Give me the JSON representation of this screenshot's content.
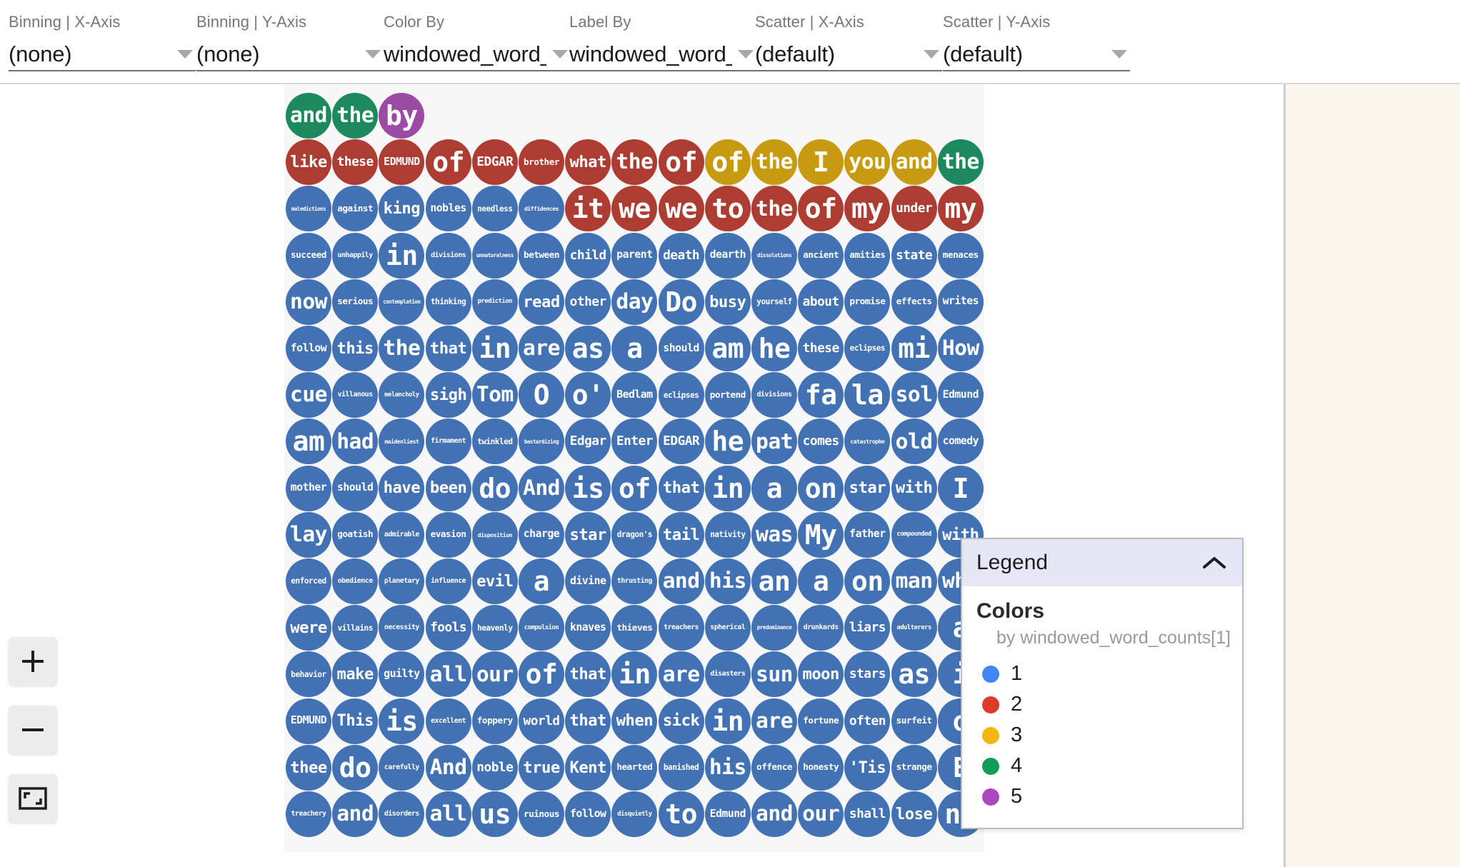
{
  "toolbar": {
    "controls": [
      {
        "label": "Binning | X-Axis",
        "value": "(none)",
        "name": "binning-x-axis"
      },
      {
        "label": "Binning | Y-Axis",
        "value": "(none)",
        "name": "binning-y-axis"
      },
      {
        "label": "Color By",
        "value": "windowed_word_c",
        "name": "color-by"
      },
      {
        "label": "Label By",
        "value": "windowed_word_c",
        "name": "label-by"
      },
      {
        "label": "Scatter | X-Axis",
        "value": "(default)",
        "name": "scatter-x-axis"
      },
      {
        "label": "Scatter | Y-Axis",
        "value": "(default)",
        "name": "scatter-y-axis"
      }
    ]
  },
  "zoom_controls": {
    "zoom_in": "+",
    "zoom_out": "−",
    "fit": "fit-to-screen"
  },
  "legend": {
    "title": "Legend",
    "collapse_icon": "chevron-up-icon",
    "section_title": "Colors",
    "subtitle": "by windowed_word_counts[1]",
    "entries": [
      {
        "label": "1",
        "color": "#4285f4"
      },
      {
        "label": "2",
        "color": "#db3b2b"
      },
      {
        "label": "3",
        "color": "#f6b610"
      },
      {
        "label": "4",
        "color": "#0f9d58"
      },
      {
        "label": "5",
        "color": "#ab47bc"
      }
    ]
  },
  "palette": {
    "1": "#4372b4",
    "2": "#ad3c32",
    "3": "#c79a10",
    "4": "#1d8a5e",
    "5": "#9c4ba4"
  },
  "chart_data": {
    "type": "scatter",
    "title": "",
    "xlabel": "",
    "ylabel": "",
    "color_field": "windowed_word_counts[1]",
    "label_field": "windowed_word_counts[1]",
    "columns": 16,
    "rows": 19,
    "legend_position": "bottom-right",
    "grid": false,
    "points": [
      [
        {
          "t": "and",
          "c": 4
        },
        {
          "t": "the",
          "c": 4
        },
        {
          "t": "by",
          "c": 5
        }
      ],
      [
        {
          "t": "like",
          "c": 2
        },
        {
          "t": "these",
          "c": 2
        },
        {
          "t": "EDMUND",
          "c": 2
        },
        {
          "t": "of",
          "c": 2
        },
        {
          "t": "EDGAR",
          "c": 2
        },
        {
          "t": "brother",
          "c": 2
        },
        {
          "t": "what",
          "c": 2
        },
        {
          "t": "the",
          "c": 2
        },
        {
          "t": "of",
          "c": 2
        },
        {
          "t": "of",
          "c": 3
        },
        {
          "t": "the",
          "c": 3
        },
        {
          "t": "I",
          "c": 3
        },
        {
          "t": "you",
          "c": 3
        },
        {
          "t": "and",
          "c": 3
        },
        {
          "t": "the",
          "c": 4
        }
      ],
      [
        {
          "t": "maledictions",
          "c": 1
        },
        {
          "t": "against",
          "c": 1
        },
        {
          "t": "king",
          "c": 1
        },
        {
          "t": "nobles",
          "c": 1
        },
        {
          "t": "needless",
          "c": 1
        },
        {
          "t": "diffidences",
          "c": 1
        },
        {
          "t": "it",
          "c": 2
        },
        {
          "t": "we",
          "c": 2
        },
        {
          "t": "we",
          "c": 2
        },
        {
          "t": "to",
          "c": 2
        },
        {
          "t": "the",
          "c": 2
        },
        {
          "t": "of",
          "c": 2
        },
        {
          "t": "my",
          "c": 2
        },
        {
          "t": "under",
          "c": 2
        },
        {
          "t": "my",
          "c": 2
        }
      ],
      [
        {
          "t": "succeed",
          "c": 1
        },
        {
          "t": "unhappily",
          "c": 1
        },
        {
          "t": "in",
          "c": 1
        },
        {
          "t": "divisions",
          "c": 1
        },
        {
          "t": "unnaturalness",
          "c": 1
        },
        {
          "t": "between",
          "c": 1
        },
        {
          "t": "child",
          "c": 1
        },
        {
          "t": "parent",
          "c": 1
        },
        {
          "t": "death",
          "c": 1
        },
        {
          "t": "dearth",
          "c": 1
        },
        {
          "t": "dissolutions",
          "c": 1
        },
        {
          "t": "ancient",
          "c": 1
        },
        {
          "t": "amities",
          "c": 1
        },
        {
          "t": "state",
          "c": 1
        },
        {
          "t": "menaces",
          "c": 1
        }
      ],
      [
        {
          "t": "now",
          "c": 1
        },
        {
          "t": "serious",
          "c": 1
        },
        {
          "t": "contemplation",
          "c": 1
        },
        {
          "t": "thinking",
          "c": 1
        },
        {
          "t": "prediction",
          "c": 1
        },
        {
          "t": "read",
          "c": 1
        },
        {
          "t": "other",
          "c": 1
        },
        {
          "t": "day",
          "c": 1
        },
        {
          "t": "Do",
          "c": 1
        },
        {
          "t": "busy",
          "c": 1
        },
        {
          "t": "yourself",
          "c": 1
        },
        {
          "t": "about",
          "c": 1
        },
        {
          "t": "promise",
          "c": 1
        },
        {
          "t": "effects",
          "c": 1
        },
        {
          "t": "writes",
          "c": 1
        }
      ],
      [
        {
          "t": "follow",
          "c": 1
        },
        {
          "t": "this",
          "c": 1
        },
        {
          "t": "the",
          "c": 1
        },
        {
          "t": "that",
          "c": 1
        },
        {
          "t": "in",
          "c": 1
        },
        {
          "t": "are",
          "c": 1
        },
        {
          "t": "as",
          "c": 1
        },
        {
          "t": "a",
          "c": 1
        },
        {
          "t": "should",
          "c": 1
        },
        {
          "t": "am",
          "c": 1
        },
        {
          "t": "he",
          "c": 1
        },
        {
          "t": "these",
          "c": 1
        },
        {
          "t": "eclipses",
          "c": 1
        },
        {
          "t": "mi",
          "c": 1
        },
        {
          "t": "How",
          "c": 1
        }
      ],
      [
        {
          "t": "cue",
          "c": 1
        },
        {
          "t": "villanous",
          "c": 1
        },
        {
          "t": "melancholy",
          "c": 1
        },
        {
          "t": "sigh",
          "c": 1
        },
        {
          "t": "Tom",
          "c": 1
        },
        {
          "t": "O",
          "c": 1
        },
        {
          "t": "o'",
          "c": 1
        },
        {
          "t": "Bedlam",
          "c": 1
        },
        {
          "t": "eclipses",
          "c": 1
        },
        {
          "t": "portend",
          "c": 1
        },
        {
          "t": "divisions",
          "c": 1
        },
        {
          "t": "fa",
          "c": 1
        },
        {
          "t": "la",
          "c": 1
        },
        {
          "t": "sol",
          "c": 1
        },
        {
          "t": "Edmund",
          "c": 1
        }
      ],
      [
        {
          "t": "am",
          "c": 1
        },
        {
          "t": "had",
          "c": 1
        },
        {
          "t": "maidenliest",
          "c": 1
        },
        {
          "t": "firmament",
          "c": 1
        },
        {
          "t": "twinkled",
          "c": 1
        },
        {
          "t": "bastardizing",
          "c": 1
        },
        {
          "t": "Edgar",
          "c": 1
        },
        {
          "t": "Enter",
          "c": 1
        },
        {
          "t": "EDGAR",
          "c": 1
        },
        {
          "t": "he",
          "c": 1
        },
        {
          "t": "pat",
          "c": 1
        },
        {
          "t": "comes",
          "c": 1
        },
        {
          "t": "catastrophe",
          "c": 1
        },
        {
          "t": "old",
          "c": 1
        },
        {
          "t": "comedy",
          "c": 1
        }
      ],
      [
        {
          "t": "mother",
          "c": 1
        },
        {
          "t": "should",
          "c": 1
        },
        {
          "t": "have",
          "c": 1
        },
        {
          "t": "been",
          "c": 1
        },
        {
          "t": "do",
          "c": 1
        },
        {
          "t": "And",
          "c": 1
        },
        {
          "t": "is",
          "c": 1
        },
        {
          "t": "of",
          "c": 1
        },
        {
          "t": "that",
          "c": 1
        },
        {
          "t": "in",
          "c": 1
        },
        {
          "t": "a",
          "c": 1
        },
        {
          "t": "on",
          "c": 1
        },
        {
          "t": "star",
          "c": 1
        },
        {
          "t": "with",
          "c": 1
        },
        {
          "t": "I",
          "c": 1
        }
      ],
      [
        {
          "t": "lay",
          "c": 1
        },
        {
          "t": "goatish",
          "c": 1
        },
        {
          "t": "admirable",
          "c": 1
        },
        {
          "t": "evasion",
          "c": 1
        },
        {
          "t": "disposition",
          "c": 1
        },
        {
          "t": "charge",
          "c": 1
        },
        {
          "t": "star",
          "c": 1
        },
        {
          "t": "dragon's",
          "c": 1
        },
        {
          "t": "tail",
          "c": 1
        },
        {
          "t": "nativity",
          "c": 1
        },
        {
          "t": "was",
          "c": 1
        },
        {
          "t": "My",
          "c": 1
        },
        {
          "t": "father",
          "c": 1
        },
        {
          "t": "compounded",
          "c": 1
        },
        {
          "t": "with",
          "c": 1
        }
      ],
      [
        {
          "t": "enforced",
          "c": 1
        },
        {
          "t": "obedience",
          "c": 1
        },
        {
          "t": "planetary",
          "c": 1
        },
        {
          "t": "influence",
          "c": 1
        },
        {
          "t": "evil",
          "c": 1
        },
        {
          "t": "a",
          "c": 1
        },
        {
          "t": "divine",
          "c": 1
        },
        {
          "t": "thrusting",
          "c": 1
        },
        {
          "t": "and",
          "c": 1
        },
        {
          "t": "his",
          "c": 1
        },
        {
          "t": "an",
          "c": 1
        },
        {
          "t": "a",
          "c": 1
        },
        {
          "t": "on",
          "c": 1
        },
        {
          "t": "man",
          "c": 1
        },
        {
          "t": "who",
          "c": 1
        }
      ],
      [
        {
          "t": "were",
          "c": 1
        },
        {
          "t": "villains",
          "c": 1
        },
        {
          "t": "necessity",
          "c": 1
        },
        {
          "t": "fools",
          "c": 1
        },
        {
          "t": "heavenly",
          "c": 1
        },
        {
          "t": "compulsion",
          "c": 1
        },
        {
          "t": "knaves",
          "c": 1
        },
        {
          "t": "thieves",
          "c": 1
        },
        {
          "t": "treachers",
          "c": 1
        },
        {
          "t": "spherical",
          "c": 1
        },
        {
          "t": "predominance",
          "c": 1
        },
        {
          "t": "drunkards",
          "c": 1
        },
        {
          "t": "liars",
          "c": 1
        },
        {
          "t": "adulterers",
          "c": 1
        },
        {
          "t": "a",
          "c": 1
        }
      ],
      [
        {
          "t": "behavior",
          "c": 1
        },
        {
          "t": "make",
          "c": 1
        },
        {
          "t": "guilty",
          "c": 1
        },
        {
          "t": "all",
          "c": 1
        },
        {
          "t": "our",
          "c": 1
        },
        {
          "t": "of",
          "c": 1
        },
        {
          "t": "that",
          "c": 1
        },
        {
          "t": "in",
          "c": 1
        },
        {
          "t": "are",
          "c": 1
        },
        {
          "t": "disasters",
          "c": 1
        },
        {
          "t": "sun",
          "c": 1
        },
        {
          "t": "moon",
          "c": 1
        },
        {
          "t": "stars",
          "c": 1
        },
        {
          "t": "as",
          "c": 1
        },
        {
          "t": "i",
          "c": 1
        }
      ],
      [
        {
          "t": "EDMUND",
          "c": 1
        },
        {
          "t": "This",
          "c": 1
        },
        {
          "t": "is",
          "c": 1
        },
        {
          "t": "excellent",
          "c": 1
        },
        {
          "t": "foppery",
          "c": 1
        },
        {
          "t": "world",
          "c": 1
        },
        {
          "t": "that",
          "c": 1
        },
        {
          "t": "when",
          "c": 1
        },
        {
          "t": "sick",
          "c": 1
        },
        {
          "t": "in",
          "c": 1
        },
        {
          "t": "are",
          "c": 1
        },
        {
          "t": "fortune",
          "c": 1
        },
        {
          "t": "often",
          "c": 1
        },
        {
          "t": "surfeit",
          "c": 1
        },
        {
          "t": "o",
          "c": 1
        }
      ],
      [
        {
          "t": "thee",
          "c": 1
        },
        {
          "t": "do",
          "c": 1
        },
        {
          "t": "carefully",
          "c": 1
        },
        {
          "t": "And",
          "c": 1
        },
        {
          "t": "noble",
          "c": 1
        },
        {
          "t": "true",
          "c": 1
        },
        {
          "t": "Kent",
          "c": 1
        },
        {
          "t": "hearted",
          "c": 1
        },
        {
          "t": "banished",
          "c": 1
        },
        {
          "t": "his",
          "c": 1
        },
        {
          "t": "offence",
          "c": 1
        },
        {
          "t": "honesty",
          "c": 1
        },
        {
          "t": "'Tis",
          "c": 1
        },
        {
          "t": "strange",
          "c": 1
        },
        {
          "t": "E",
          "c": 1
        }
      ],
      [
        {
          "t": "treachery",
          "c": 1
        },
        {
          "t": "and",
          "c": 1
        },
        {
          "t": "disorders",
          "c": 1
        },
        {
          "t": "all",
          "c": 1
        },
        {
          "t": "us",
          "c": 1
        },
        {
          "t": "ruinous",
          "c": 1
        },
        {
          "t": "follow",
          "c": 1
        },
        {
          "t": "disquietly",
          "c": 1
        },
        {
          "t": "to",
          "c": 1
        },
        {
          "t": "Edmund",
          "c": 1
        },
        {
          "t": "and",
          "c": 1
        },
        {
          "t": "our",
          "c": 1
        },
        {
          "t": "shall",
          "c": 1
        },
        {
          "t": "lose",
          "c": 1
        },
        {
          "t": "no",
          "c": 1
        }
      ]
    ]
  }
}
